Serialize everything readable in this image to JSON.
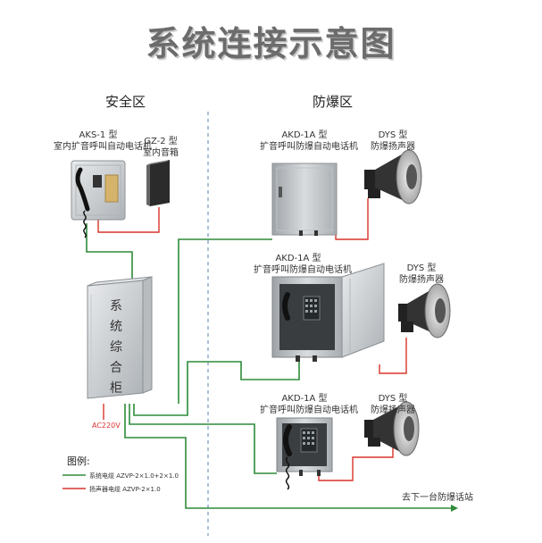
{
  "title": "系统连接示意图",
  "zones": {
    "safe": "安全区",
    "explosion": "防爆区"
  },
  "devices": {
    "aks": {
      "model": "AKS-1 型",
      "name": "室内扩音呼叫自动电话机"
    },
    "gz": {
      "model": "GZ-2 型",
      "name": "室内音箱"
    },
    "akd1": {
      "model": "AKD-1A 型",
      "name": "扩音呼叫防爆自动电话机"
    },
    "dys1": {
      "model": "DYS 型",
      "name": "防爆扬声器"
    },
    "akd2": {
      "model": "AKD-1A 型",
      "name": "扩音呼叫防爆自动电话机"
    },
    "dys2": {
      "model": "DYS 型",
      "name": "防爆扬声器"
    },
    "akd3": {
      "model": "AKD-1A 型",
      "name": "扩音呼叫防爆自动电话机"
    },
    "dys3": {
      "model": "DYS 型",
      "name": "防爆扬声器"
    },
    "cabinet": {
      "name": "系统综合柜",
      "power": "AC220V"
    }
  },
  "next_station": "去下一台防爆话站",
  "legend": {
    "title": "图例:",
    "items": [
      {
        "text": "系统电缆 AZVP-2×1.0+2×1.0",
        "color": "#2e8b3a"
      },
      {
        "text": "扬声器电缆 AZVP-2×1.0",
        "color": "#d9342b"
      }
    ]
  },
  "colors": {
    "system_cable": "#2e8b3a",
    "speaker_cable": "#d9342b",
    "divider": "#5a7fb5"
  }
}
